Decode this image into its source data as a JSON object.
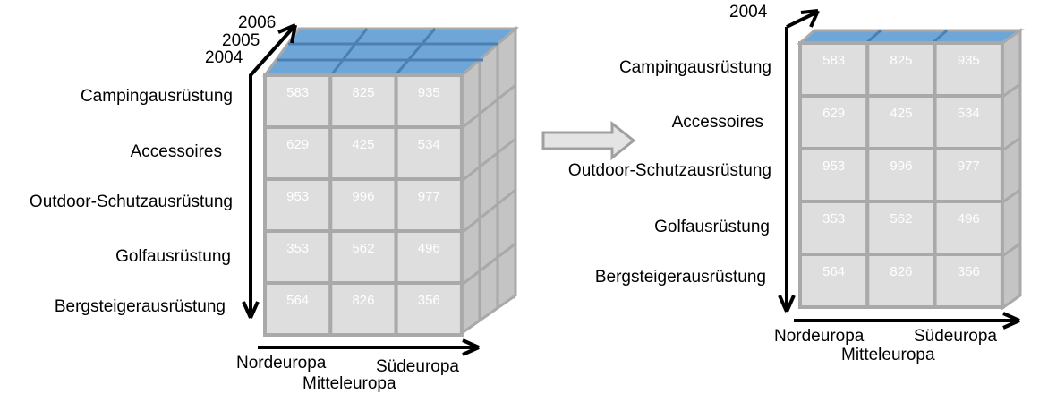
{
  "left_cube": {
    "years": [
      "2006",
      "2005",
      "2004"
    ],
    "products": [
      "Campingausrüstung",
      "Accessoires",
      "Outdoor-Schutzausrüstung",
      "Golfausrüstung",
      "Bergsteigerausrüstung"
    ],
    "regions_bottom": [
      "Nordeuropa",
      "Südeuropa"
    ],
    "region_middle": "Mitteleuropa",
    "values": [
      [
        "583",
        "825",
        "935"
      ],
      [
        "629",
        "425",
        "534"
      ],
      [
        "953",
        "996",
        "977"
      ],
      [
        "353",
        "562",
        "496"
      ],
      [
        "564",
        "826",
        "356"
      ]
    ]
  },
  "right_cube": {
    "year": "2004",
    "products": [
      "Campingausrüstung",
      "Accessoires",
      "Outdoor-Schutzausrüstung",
      "Golfausrüstung",
      "Bergsteigerausrüstung"
    ],
    "regions_bottom": [
      "Nordeuropa",
      "Südeuropa"
    ],
    "region_middle": "Mitteleuropa",
    "values": [
      [
        "583",
        "825",
        "935"
      ],
      [
        "629",
        "425",
        "534"
      ],
      [
        "953",
        "996",
        "977"
      ],
      [
        "353",
        "562",
        "496"
      ],
      [
        "564",
        "826",
        "356"
      ]
    ]
  },
  "colors": {
    "cell_face": "#dedede",
    "cell_border": "#a9a9a9",
    "side_face": "#c4c4c4",
    "top_face": "#6fa6d8",
    "top_border": "#4d7fb0",
    "transform_arrow_fill": "#e4e4e4",
    "transform_arrow_border": "#a0a0a0"
  }
}
